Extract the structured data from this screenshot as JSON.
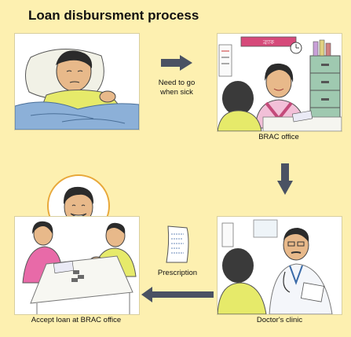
{
  "title": "Loan disbursment process",
  "steps": {
    "sick": {
      "caption_line1": "Need to go",
      "caption_line2": "when sick"
    },
    "brac_office": {
      "caption": "BRAC office",
      "sign_text": "ব্র্যাক"
    },
    "doctor": {
      "caption": "Doctor's clinic"
    },
    "prescription": {
      "caption": "Prescription"
    },
    "accept": {
      "caption": "Accept loan at BRAC office"
    }
  },
  "colors": {
    "background": "#fdf0b0",
    "arrow": "#4a5263",
    "panel": "#ffffff",
    "skin": "#e8b98a",
    "blanket": "#8cb0d8",
    "shirt_yellow": "#e6ea6a",
    "sari_pink": "#e86aa8",
    "cabinet": "#9fc9b0"
  }
}
